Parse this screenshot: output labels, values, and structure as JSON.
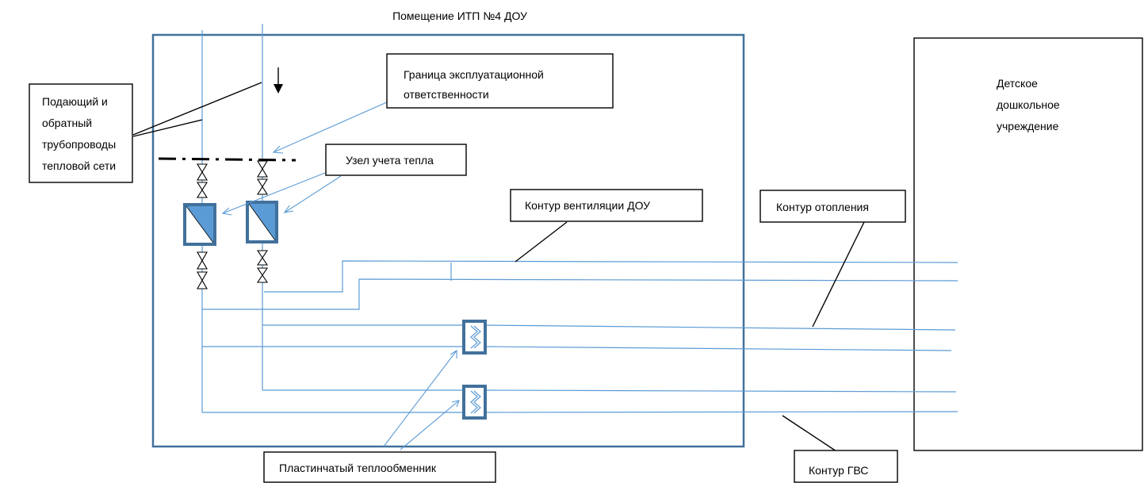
{
  "title": "Помещение ИТП №4 ДОУ",
  "labels": {
    "supply_return": [
      "Подающий и",
      "обратный",
      "трубопроводы",
      "тепловой сети"
    ],
    "boundary": [
      "Граница эксплуатационной",
      "ответственности"
    ],
    "heat_meter": "Узел учета тепла",
    "ventilation": "Контур вентиляции ДОУ",
    "heating": "Контур отопления",
    "hot_water": "Контур ГВС",
    "heat_exchanger": "Пластинчатый теплообменник",
    "building": [
      "Детское",
      "дошкольное",
      "учреждение"
    ]
  },
  "colors": {
    "pipe": "#5b9bd5",
    "frame": "#41719c",
    "line": "#000000"
  }
}
